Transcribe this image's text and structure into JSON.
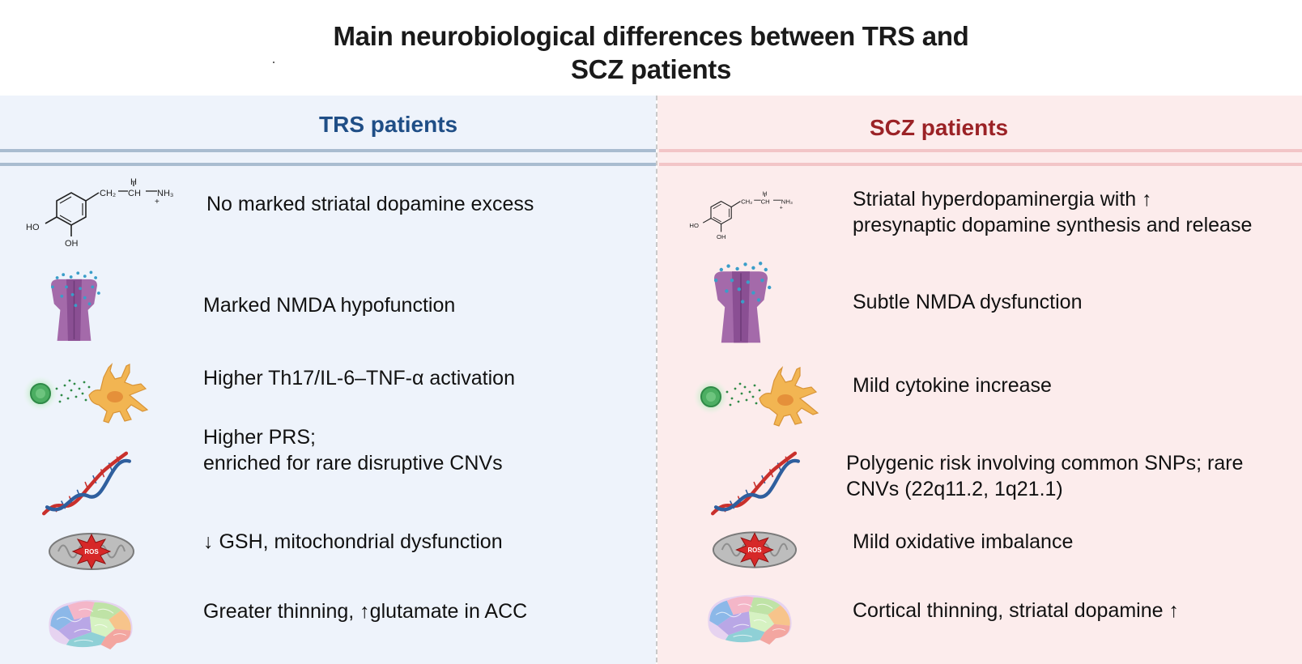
{
  "title": {
    "line1": "Main neurobiological differences between TRS and",
    "line2": "SCZ patients"
  },
  "colors": {
    "left_panel_bg": "#eef3fb",
    "right_panel_bg": "#fcecec",
    "left_heading": "#1f4e86",
    "right_heading": "#9b2226"
  },
  "chem": {
    "ch2": "CH₂",
    "ch": "CH",
    "nh3": "NH₃",
    "h": "H",
    "ho": "HO",
    "oh": "OH",
    "plus": "+",
    "ros": "ROS"
  },
  "left": {
    "heading": "TRS patients",
    "rows": [
      {
        "icon": "dopamine-molecule-icon",
        "lines": [
          "No marked striatal dopamine excess"
        ]
      },
      {
        "icon": "nmda-receptor-icon",
        "lines": [
          "Marked NMDA hypofunction"
        ]
      },
      {
        "icon": "immune-cell-microglia-icon",
        "lines": [
          "Higher Th17/IL-6–TNF-α activation"
        ]
      },
      {
        "icon": "dna-helix-icon",
        "lines": [
          "Higher PRS;",
          "enriched for rare disruptive CNVs"
        ]
      },
      {
        "icon": "mitochondria-ros-icon",
        "lines": [
          "↓ GSH, mitochondrial dysfunction"
        ]
      },
      {
        "icon": "brain-icon",
        "lines": [
          "Greater thinning, ↑glutamate in ACC"
        ]
      }
    ]
  },
  "right": {
    "heading": "SCZ patients",
    "rows": [
      {
        "icon": "dopamine-molecule-icon",
        "lines": [
          "Striatal hyperdopaminergia with ↑",
          "presynaptic dopamine synthesis and release"
        ]
      },
      {
        "icon": "nmda-receptor-icon",
        "lines": [
          "Subtle NMDA dysfunction"
        ]
      },
      {
        "icon": "immune-cell-microglia-icon",
        "lines": [
          "Mild cytokine increase"
        ]
      },
      {
        "icon": "dna-helix-icon",
        "lines": [
          "Polygenic risk involving common SNPs; rare",
          "CNVs (22q11.2, 1q21.1)"
        ]
      },
      {
        "icon": "mitochondria-ros-icon",
        "lines": [
          "Mild oxidative imbalance"
        ]
      },
      {
        "icon": "brain-icon",
        "lines": [
          "Cortical thinning, striatal dopamine ↑"
        ]
      }
    ]
  }
}
